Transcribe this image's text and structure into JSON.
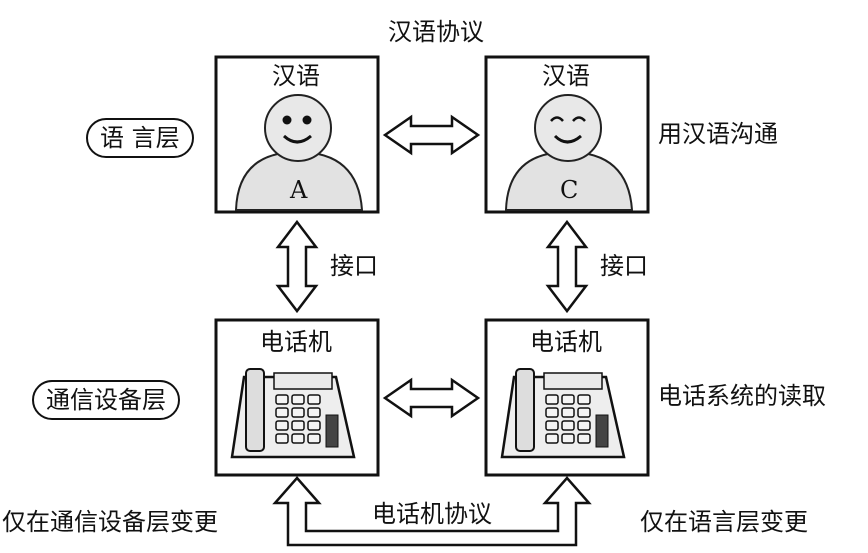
{
  "top_label": "汉语协议",
  "layers": {
    "language_layer": "语 言层",
    "device_layer": "通信设备层"
  },
  "boxes": {
    "left_top_title": "汉语",
    "right_top_title": "汉语",
    "left_bottom_title": "电话机",
    "right_bottom_title": "电话机"
  },
  "persons": {
    "left_letter": "A",
    "right_letter": "C"
  },
  "labels": {
    "interface_left": "接口",
    "interface_right": "接口",
    "communicate": "用汉语沟通",
    "phone_system": "电话系统的读取",
    "phone_protocol": "电话机协议",
    "only_device_change": "仅在通信设备层变更",
    "only_language_change": "仅在语言层变更"
  }
}
